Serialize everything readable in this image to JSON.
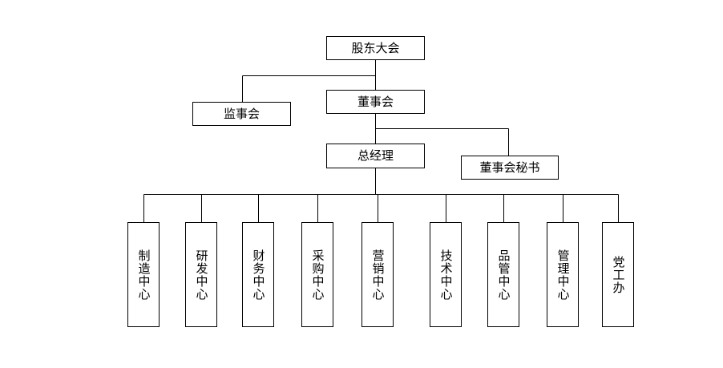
{
  "org_chart": {
    "shareholders": "股东大会",
    "supervisors": "监事会",
    "board": "董事会",
    "general_manager": "总经理",
    "board_secretary": "董事会秘书",
    "departments": [
      "制造中心",
      "研发中心",
      "财务中心",
      "采购中心",
      "营销中心",
      "技术中心",
      "品管中心",
      "管理中心",
      "党工办"
    ]
  },
  "colors": {
    "line": "#000000",
    "box_border": "#000000",
    "background": "#ffffff"
  }
}
